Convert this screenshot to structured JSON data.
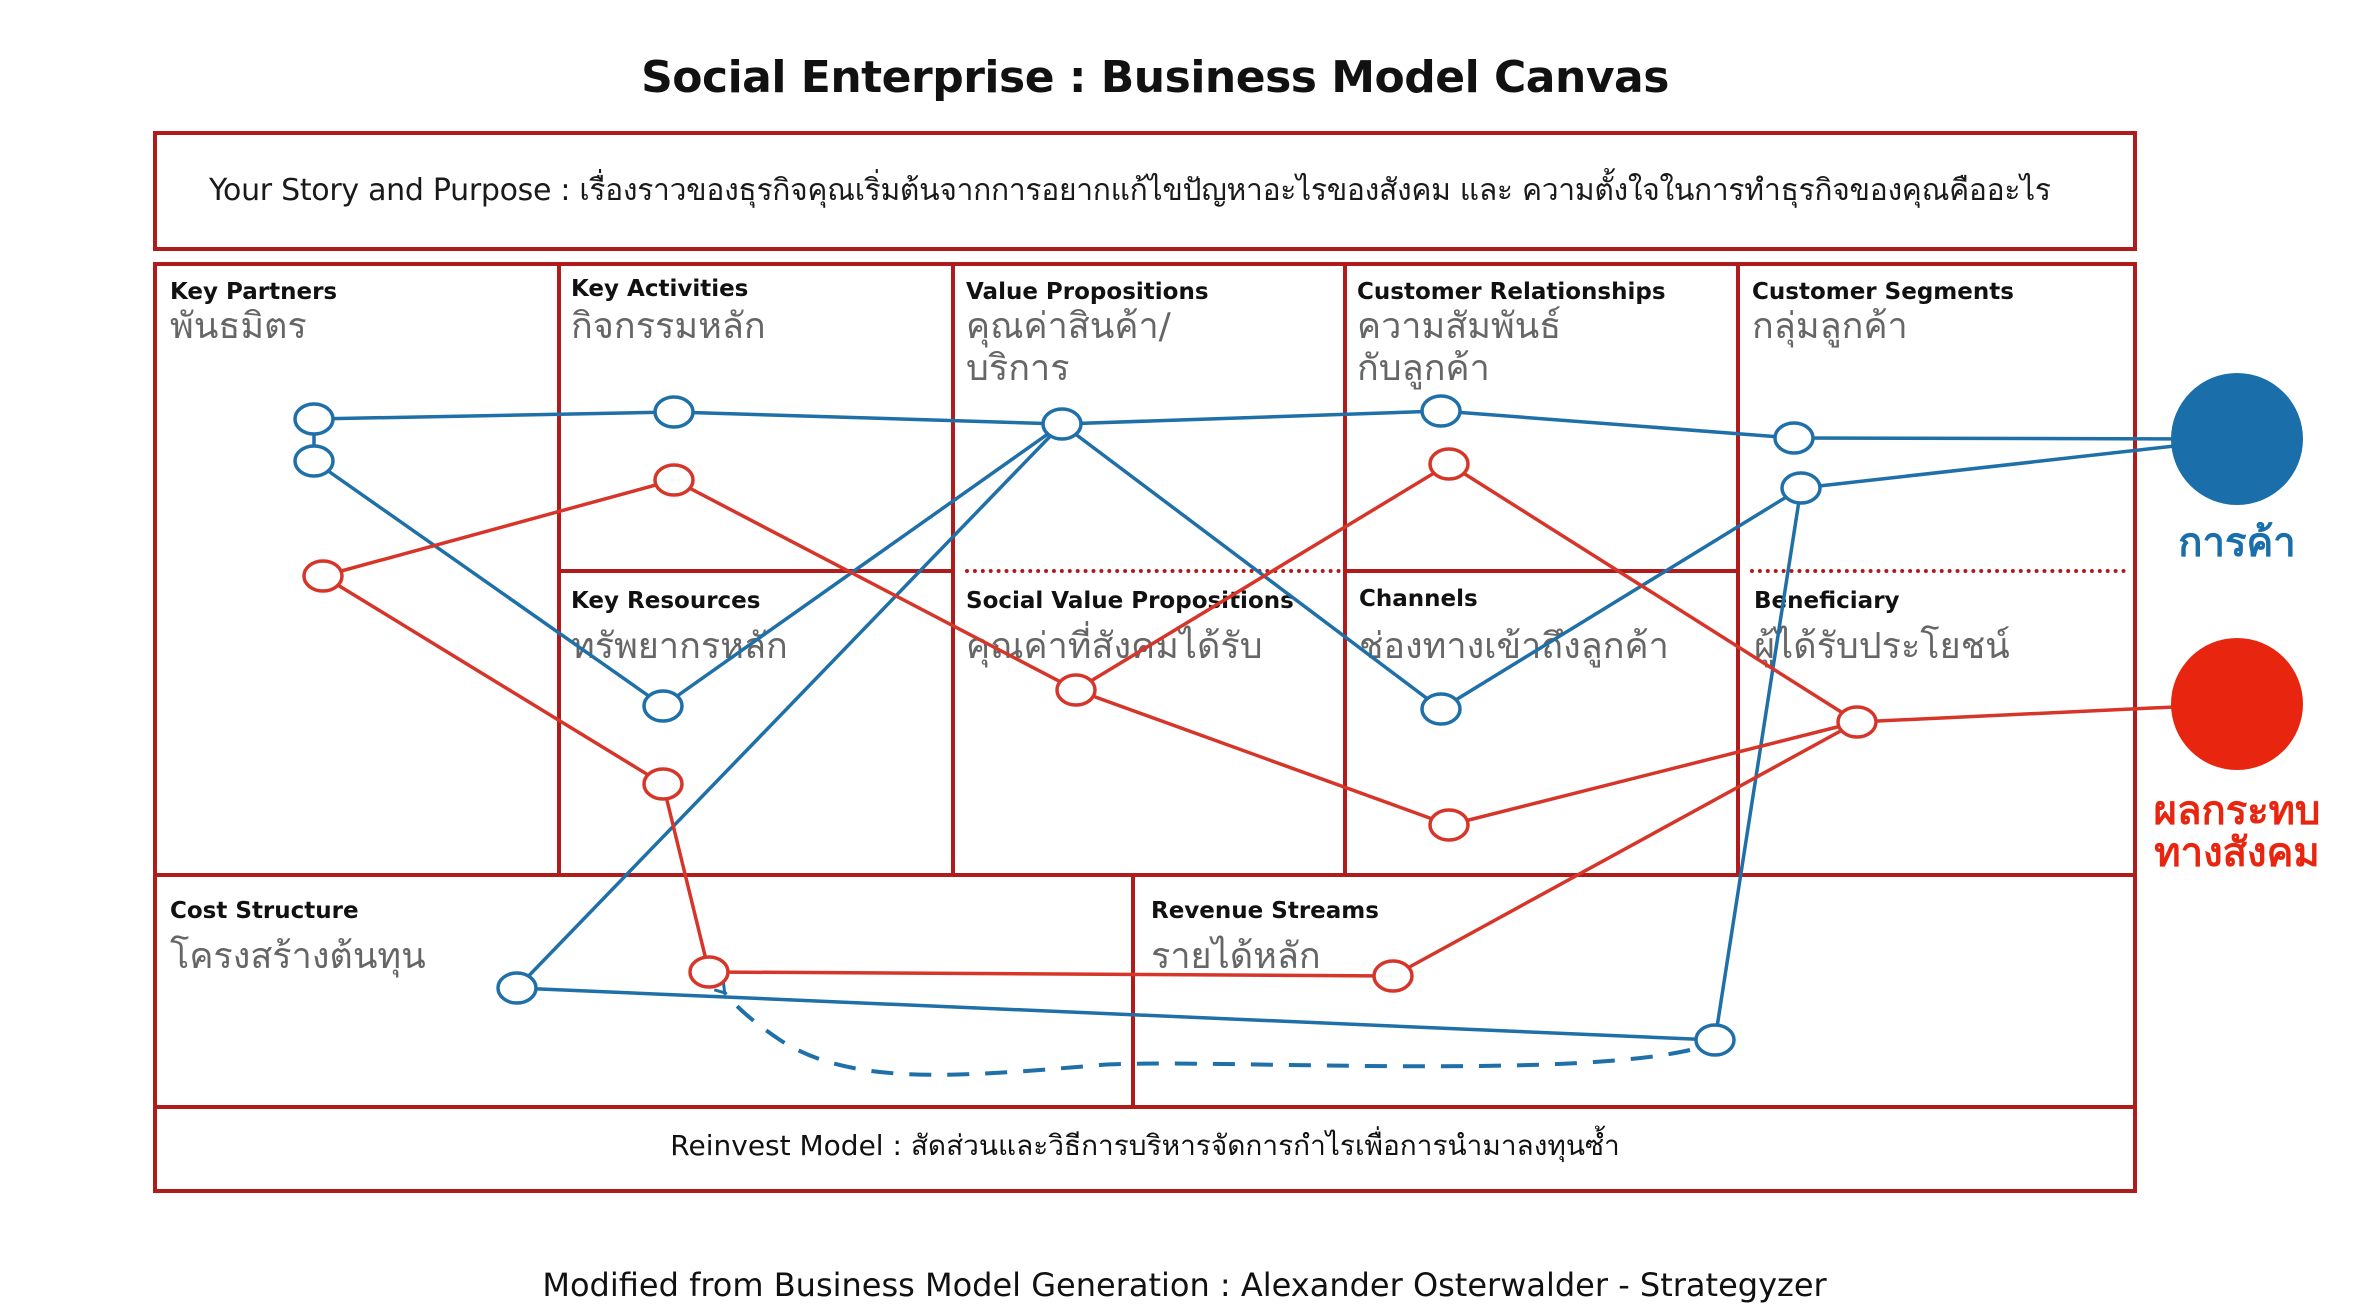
{
  "title": "Social Enterprise : Business Model Canvas",
  "story": {
    "label": "Your Story and Purpose : เรื่องราวของธุรกิจคุณเริ่มต้นจากการอยากแก้ไขปัญหาอะไรของสังคม และ ความตั้งใจในการทำธุรกิจของคุณคืออะไร"
  },
  "blocks": {
    "key_partners": {
      "title": "Key Partners",
      "subtitle": "พันธมิตร"
    },
    "key_activities": {
      "title": "Key Activities",
      "subtitle": "กิจกรรมหลัก"
    },
    "key_resources": {
      "title": "Key Resources",
      "subtitle": "ทรัพยากรหลัก"
    },
    "value_propositions": {
      "title": "Value Propositions",
      "subtitle_line1": "คุณค่าสินค้า/",
      "subtitle_line2": "บริการ"
    },
    "social_value_propositions": {
      "title": "Social Value Propositions",
      "subtitle": "คุณค่าที่สังคมได้รับ"
    },
    "customer_relationships": {
      "title": "Customer Relationships",
      "subtitle_line1": "ความสัมพันธ์",
      "subtitle_line2": "กับลูกค้า"
    },
    "channels": {
      "title": "Channels",
      "subtitle": "ช่องทางเข้าถึงลูกค้า"
    },
    "customer_segments": {
      "title": "Customer Segments",
      "subtitle": "กลุ่มลูกค้า"
    },
    "beneficiary": {
      "title": "Beneficiary",
      "subtitle": "ผู้ได้รับประโยชน์"
    },
    "cost_structure": {
      "title": "Cost Structure",
      "subtitle": "โครงสร้างต้นทุน"
    },
    "revenue_streams": {
      "title": "Revenue Streams",
      "subtitle": "รายได้หลัก"
    }
  },
  "reinvest": {
    "label": "Reinvest Model : สัดส่วนและวิธีการบริหารจัดการกำไรเพื่อการนำมาลงทุนซ้ำ"
  },
  "legend": {
    "commercial": {
      "label": "การค้า",
      "color": "#1a6eaa"
    },
    "social_impact": {
      "label_line1": "ผลกระทบ",
      "label_line2": "ทางสังคม",
      "color": "#e8260f"
    }
  },
  "flows": {
    "commercial_path": {
      "color": "#1f6fa8",
      "nodes": [
        "key_partners",
        "key_partners",
        "key_activities",
        "value_propositions",
        "customer_relationships",
        "customer_segments",
        "customer_segments",
        "key_resources",
        "channels",
        "cost_structure",
        "revenue_streams"
      ],
      "edges": [
        [
          "key_partners",
          "key_activities"
        ],
        [
          "key_activities",
          "value_propositions"
        ],
        [
          "value_propositions",
          "customer_relationships"
        ],
        [
          "customer_relationships",
          "customer_segments"
        ],
        [
          "customer_segments",
          "commercial"
        ],
        [
          "key_partners",
          "key_resources"
        ],
        [
          "key_resources",
          "value_propositions"
        ],
        [
          "value_propositions",
          "channels"
        ],
        [
          "channels",
          "customer_segments"
        ],
        [
          "value_propositions",
          "cost_structure"
        ],
        [
          "cost_structure",
          "revenue_streams"
        ],
        [
          "revenue_streams",
          "customer_segments"
        ]
      ]
    },
    "social_path": {
      "color": "#d6362a",
      "nodes": [
        "key_partners",
        "key_activities",
        "customer_relationships",
        "social_value_propositions",
        "key_resources",
        "beneficiary",
        "channels",
        "cost_structure",
        "revenue_streams"
      ],
      "edges": [
        [
          "key_partners",
          "key_activities"
        ],
        [
          "key_activities",
          "social_value_propositions"
        ],
        [
          "social_value_propositions",
          "customer_relationships"
        ],
        [
          "customer_relationships",
          "beneficiary"
        ],
        [
          "beneficiary",
          "social_impact"
        ],
        [
          "key_partners",
          "key_resources"
        ],
        [
          "key_resources",
          "cost_structure"
        ],
        [
          "cost_structure",
          "revenue_streams"
        ],
        [
          "revenue_streams",
          "beneficiary"
        ],
        [
          "social_value_propositions",
          "channels"
        ],
        [
          "channels",
          "beneficiary"
        ]
      ]
    },
    "reinvest_arrow": {
      "from": "revenue_streams",
      "to": "cost_structure",
      "style": "dashed"
    }
  },
  "footer": "Modified from Business Model Generation : Alexander Osterwalder - Strategyzer"
}
